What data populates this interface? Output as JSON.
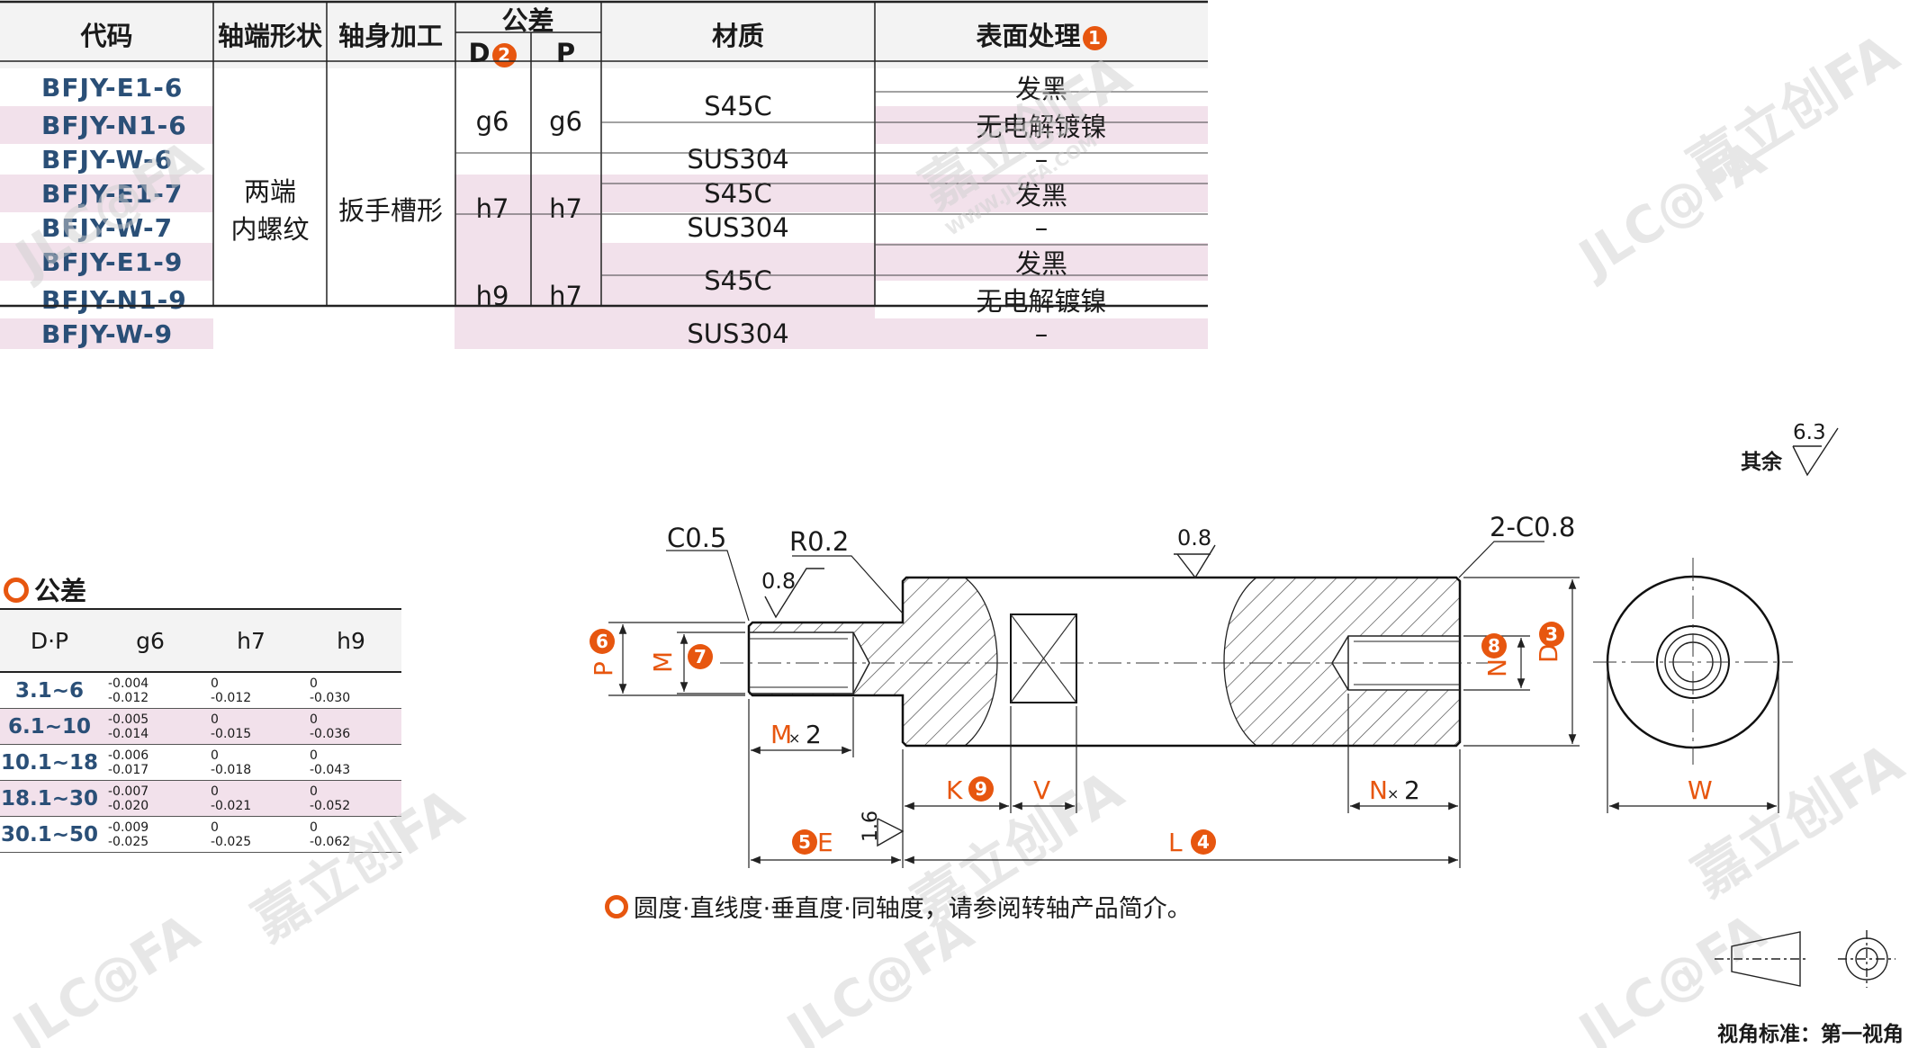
{
  "spec_table": {
    "headers": {
      "code": "代码",
      "shaft_end": "轴端形状",
      "shaft_machining": "轴身加工",
      "tolerance": "公差",
      "material": "材质",
      "surface": "表面处理",
      "surface_badge": "1",
      "d": "D",
      "d_badge": "2",
      "p": "P"
    },
    "codes": [
      "BFJY-E1-6",
      "BFJY-N1-6",
      "BFJY-W-6",
      "BFJY-E1-7",
      "BFJY-W-7",
      "BFJY-E1-9",
      "BFJY-N1-9",
      "BFJY-W-9"
    ],
    "shaft_end_lines": [
      "两端",
      "内螺纹"
    ],
    "shaft_machining": "扳手槽形",
    "tol_groups": [
      {
        "d": "g6",
        "p": "g6"
      },
      {
        "d": "h7",
        "p": "h7"
      },
      {
        "d": "h9",
        "p": "h7"
      }
    ],
    "materials": {
      "g1": "S45C",
      "g2": "SUS304",
      "g3": "S45C",
      "g4": "SUS304",
      "g5": "S45C",
      "g6": "SUS304"
    },
    "surfaces": [
      "发黑",
      "无电解镀镍",
      "–",
      "发黑",
      "–",
      "发黑",
      "无电解镀镍",
      "–"
    ]
  },
  "tolerance_table": {
    "title": "公差",
    "headers": [
      "D·P",
      "g6",
      "h7",
      "h9"
    ],
    "rows": [
      {
        "range": "3.1~6",
        "g6": [
          "-0.004",
          "-0.012"
        ],
        "h7": [
          "0",
          "-0.012"
        ],
        "h9": [
          "0",
          "-0.030"
        ]
      },
      {
        "range": "6.1~10",
        "g6": [
          "-0.005",
          "-0.014"
        ],
        "h7": [
          "0",
          "-0.015"
        ],
        "h9": [
          "0",
          "-0.036"
        ]
      },
      {
        "range": "10.1~18",
        "g6": [
          "-0.006",
          "-0.017"
        ],
        "h7": [
          "0",
          "-0.018"
        ],
        "h9": [
          "0",
          "-0.043"
        ]
      },
      {
        "range": "18.1~30",
        "g6": [
          "-0.007",
          "-0.020"
        ],
        "h7": [
          "0",
          "-0.021"
        ],
        "h9": [
          "0",
          "-0.052"
        ]
      },
      {
        "range": "30.1~50",
        "g6": [
          "-0.009",
          "-0.025"
        ],
        "h7": [
          "0",
          "-0.025"
        ],
        "h9": [
          "0",
          "-0.062"
        ]
      }
    ]
  },
  "drawing": {
    "rest_label": "其余",
    "rest_roughness": "6.3",
    "chamfer_small": "C0.5",
    "radius": "R0.2",
    "roughness_thread": "0.8",
    "roughness_body": "0.8",
    "chamfer_end": "2-C0.8",
    "roughness_step": "1.6",
    "p_label": "P",
    "p_badge": "6",
    "m_label": "M",
    "m_badge": "7",
    "n_label": "N",
    "n_badge": "8",
    "d_label": "D",
    "d_badge": "3",
    "m_depth": "M",
    "n_depth": "N",
    "times": "×",
    "two": "2",
    "k_label": "K",
    "k_badge": "9",
    "v_label": "V",
    "e_label": "E",
    "e_badge": "5",
    "l_label": "L",
    "l_badge": "4",
    "w_label": "W"
  },
  "note": "圆度·直线度·垂直度·同轴度，请参阅转轴产品简介。",
  "view_standard": "视角标准：第一视角",
  "watermark": {
    "brand": "JLC@FA",
    "cn": "嘉立创FA",
    "url": "WWW.JLCFA.COM"
  },
  "colors": {
    "accent": "#e7560f",
    "code_blue": "#2a4f77",
    "row_pink": "#f2e1eb"
  }
}
